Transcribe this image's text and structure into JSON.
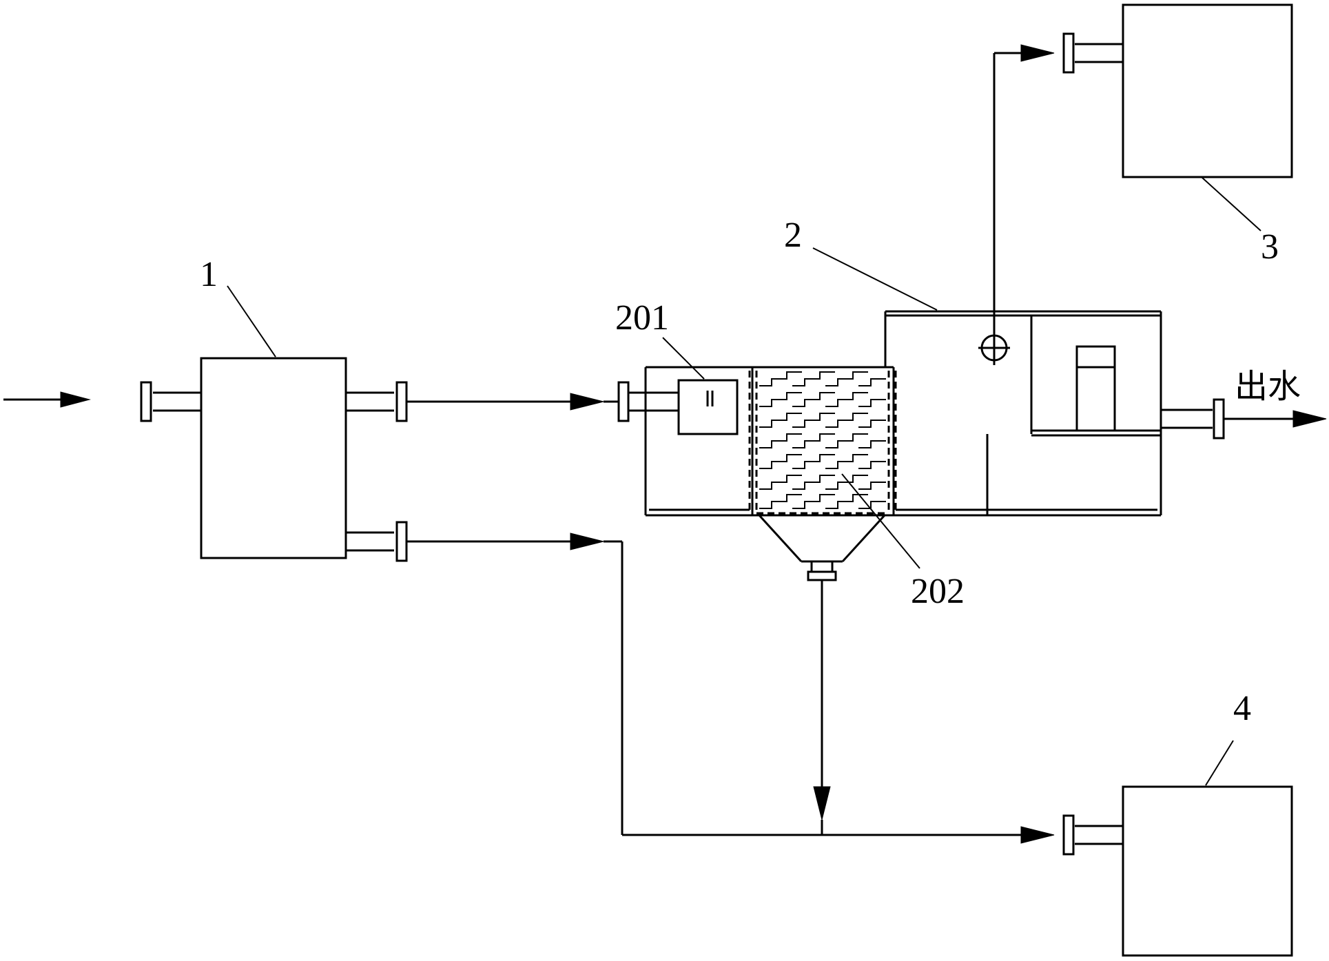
{
  "labels": {
    "unit1": "1",
    "unit2": "2",
    "unit3": "3",
    "unit4": "4",
    "part201": "201",
    "part202": "202",
    "outlet": "出水"
  }
}
